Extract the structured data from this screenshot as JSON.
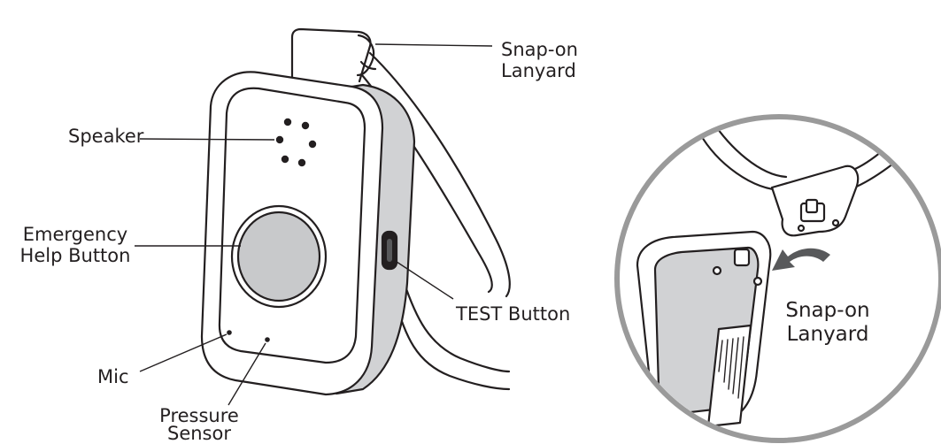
{
  "labels": {
    "snap_on_lanyard_top": [
      "Snap-on",
      "Lanyard"
    ],
    "speaker": "Speaker",
    "emergency_help_button": [
      "Emergency",
      "Help Button"
    ],
    "test_button": "TEST Button",
    "mic": "Mic",
    "pressure_sensor": [
      "Pressure",
      "Sensor"
    ],
    "snap_on_lanyard_inset": [
      "Snap-on",
      "Lanyard"
    ]
  },
  "colors": {
    "outline": "#231f20",
    "device_side": "#d1d2d4",
    "button_fill": "#c8c9cb",
    "inset_ring": "#9a9a9a",
    "arrow": "#58595b"
  }
}
